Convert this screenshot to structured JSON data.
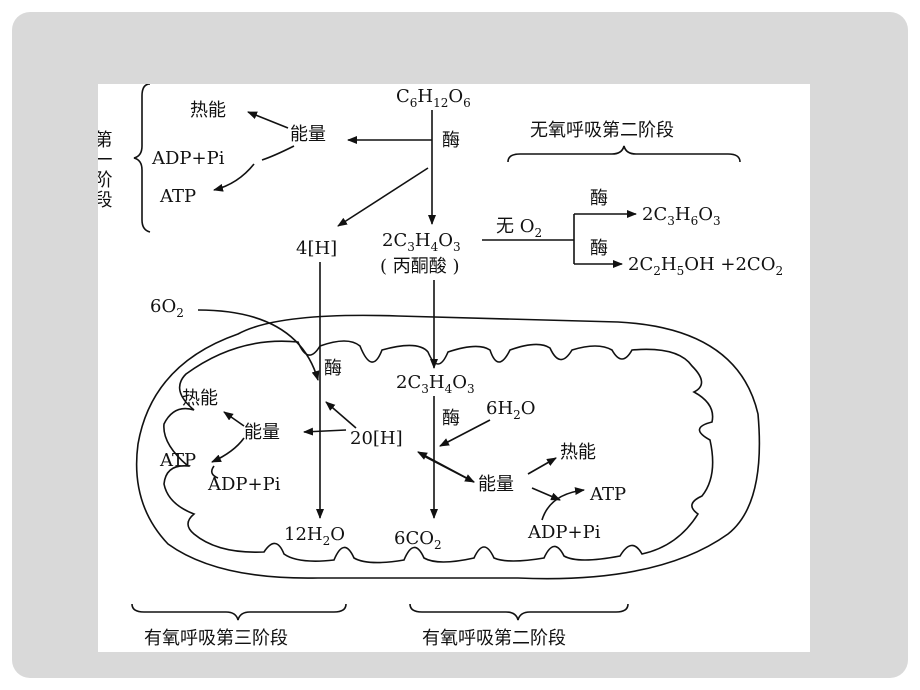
{
  "diagram": {
    "stage1": {
      "title": "第一阶段",
      "glucose": {
        "c": "C",
        "c_sub": "6",
        "h": "H",
        "h_sub": "12",
        "o": "O",
        "o_sub": "6"
      },
      "enzyme": "酶",
      "energy": "能量",
      "heat": "热能",
      "adp_pi": "ADP+Pi",
      "atp": "ATP",
      "hydrogen": "4[H]",
      "pyruvate": {
        "prefix": "2C",
        "c_sub": "3",
        "h": "H",
        "h_sub": "4",
        "o": "O",
        "o_sub": "3"
      },
      "pyruvate_name": "( 丙酮酸 )"
    },
    "anaerobic": {
      "title": "无氧呼吸第二阶段",
      "condition": "无  O",
      "condition_sub": "2",
      "enzyme_top": "酶",
      "enzyme_bottom": "酶",
      "lactic": {
        "prefix": "2C",
        "c_sub": "3",
        "h": "H",
        "h_sub": "6",
        "o": "O",
        "o_sub": "3"
      },
      "ethanol": {
        "prefix": "2C",
        "c_sub": "2",
        "h": "H",
        "h_sub": "5",
        "rest": "OH +2CO",
        "rest_sub": "2"
      }
    },
    "mitochondrion": {
      "oxygen": {
        "prefix": "6O",
        "sub": "2"
      },
      "enzyme_left": "酶",
      "pyruvate": {
        "prefix": "2C",
        "c_sub": "3",
        "h": "H",
        "h_sub": "4",
        "o": "O",
        "o_sub": "3"
      },
      "enzyme_mid": "酶",
      "water_in": {
        "prefix": "6H",
        "sub": "2",
        "suffix": "O"
      },
      "hydrogen": "20[H]",
      "left_heat": "热能",
      "left_energy": "能量",
      "left_atp": "ATP",
      "left_adp": "ADP+Pi",
      "right_heat": "热能",
      "right_energy": "能量",
      "right_atp": "ATP",
      "right_adp": "ADP+Pi",
      "water_out": {
        "prefix": "12H",
        "sub": "2",
        "suffix": "O"
      },
      "co2": {
        "prefix": "6CO",
        "sub": "2"
      }
    },
    "bottom_labels": {
      "stage3": "有氧呼吸第三阶段",
      "stage2": "有氧呼吸第二阶段"
    }
  }
}
